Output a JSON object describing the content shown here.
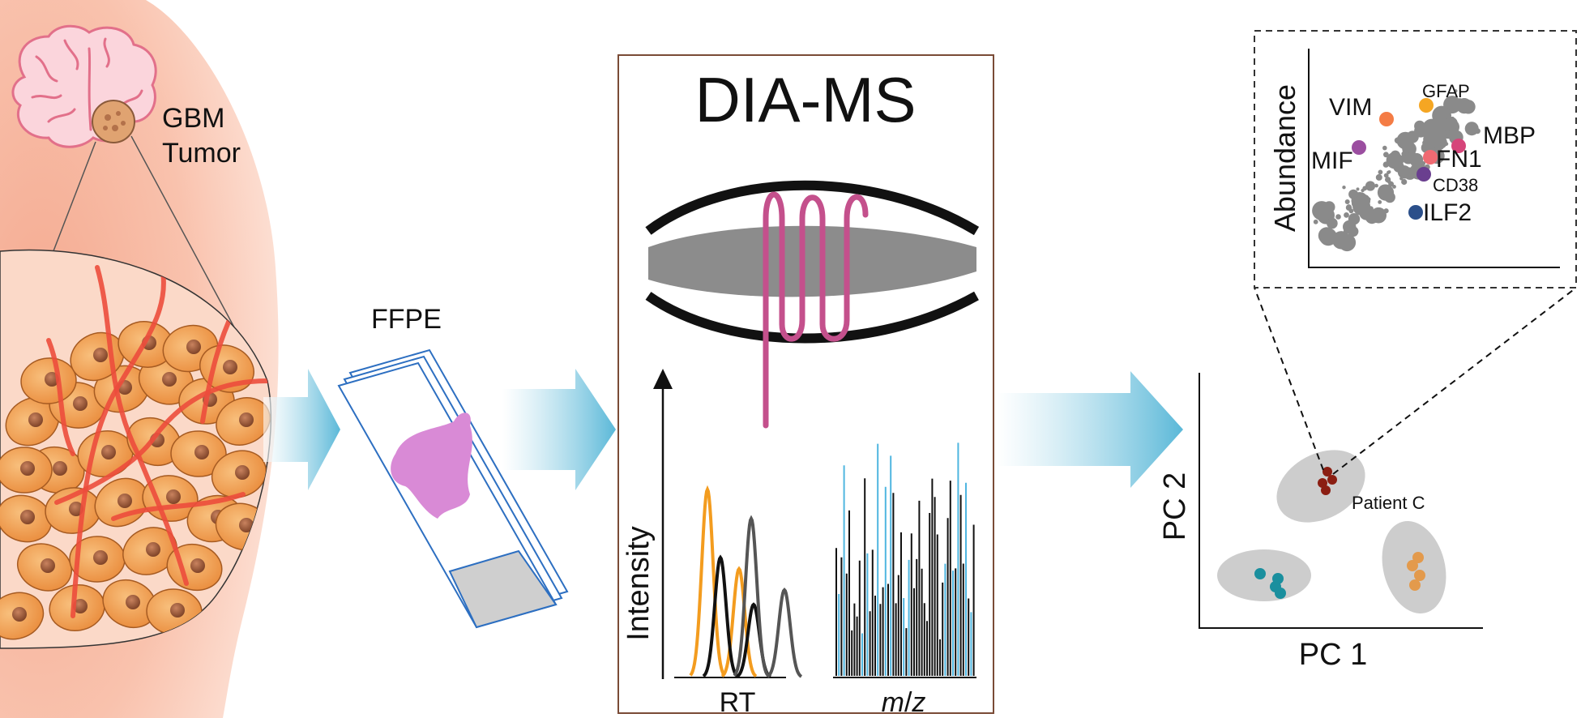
{
  "labels": {
    "tumor_line1": "GBM",
    "tumor_line2": "Tumor",
    "ffpe": "FFPE",
    "dia_ms": "DIA-MS",
    "intensity": "Intensity",
    "rt": "RT",
    "mz_m": "m",
    "mz_z": "z",
    "pc1": "PC 1",
    "pc2": "PC 2",
    "patient": "Patient C",
    "abundance": "Abundance"
  },
  "proteins": [
    {
      "name": "VIM",
      "color": "#f47c45"
    },
    {
      "name": "GFAP",
      "color": "#f5a623"
    },
    {
      "name": "MBP",
      "color": "#d6457a"
    },
    {
      "name": "MIF",
      "color": "#9b4ea0"
    },
    {
      "name": "FN1",
      "color": "#f06a72"
    },
    {
      "name": "CD38",
      "color": "#6a3f8f"
    },
    {
      "name": "ILF2",
      "color": "#2b4f8a"
    }
  ],
  "colors": {
    "skin": "#f9c7b2",
    "tissue": "#f5a75a",
    "vessel": "#ec4d3c",
    "arrow": "#5ab8d8",
    "ffpe_slide": "#2d6fc1",
    "ffpe_sample": "#d98ad6",
    "quad": "#c4508c",
    "cluster_teal": "#1a8f9e",
    "cluster_orange": "#e39a4c",
    "cluster_red": "#8b1e12",
    "trace_orange": "#f39c1f",
    "trace_gray": "#555555",
    "mz_blue": "#4fb6e0",
    "panel_border": "#7a4b36"
  }
}
